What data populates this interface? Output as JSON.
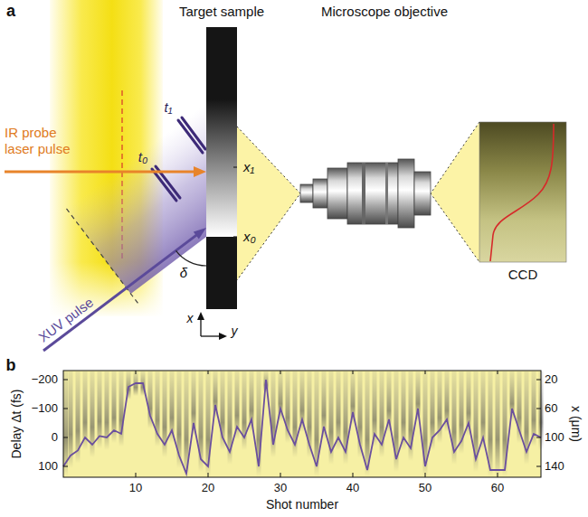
{
  "diagram": {
    "labels": [
      "a",
      "Target sample",
      "Microscope objective",
      "IR probe laser pulse",
      "t₁",
      "t₀",
      "x₁",
      "x₀",
      "δ",
      "CCD",
      "XUV pulse",
      "x",
      "y",
      "b",
      "Delay Δt (fs)",
      "−200",
      "−100",
      "0",
      "100",
      "x (μm)",
      "20",
      "60",
      "100",
      "140",
      "10",
      "20",
      "30",
      "40",
      "50",
      "60",
      "Shot number"
    ]
  }
}
